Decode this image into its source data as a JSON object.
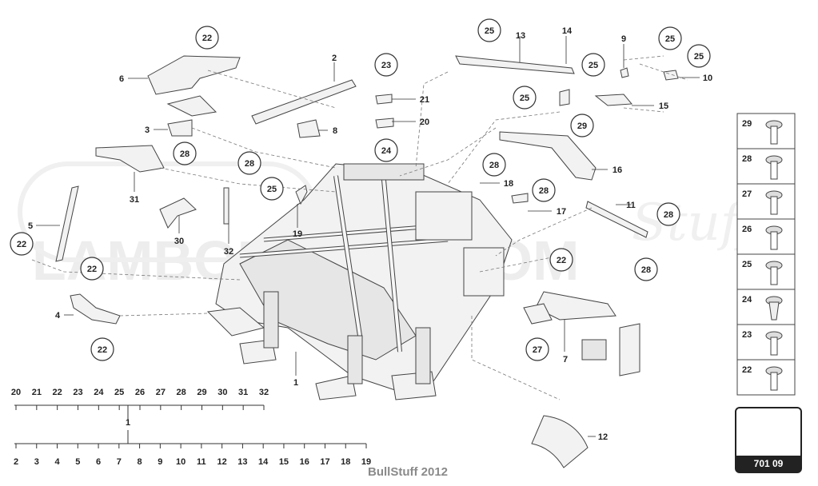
{
  "diagram": {
    "callouts": [
      "22",
      "22",
      "22",
      "22",
      "25",
      "13",
      "14",
      "9",
      "25",
      "25",
      "23",
      "21",
      "20",
      "25",
      "25",
      "10",
      "15",
      "29",
      "24",
      "28",
      "28",
      "28",
      "18",
      "25",
      "16",
      "28",
      "17",
      "11",
      "28",
      "19",
      "22",
      "28",
      "27",
      "7",
      "12",
      "2",
      "6",
      "3",
      "8",
      "31",
      "30",
      "32",
      "5",
      "4",
      "1"
    ],
    "legend": {
      "rows": [
        {
          "number": "29"
        },
        {
          "number": "28"
        },
        {
          "number": "27"
        },
        {
          "number": "26"
        },
        {
          "number": "25"
        },
        {
          "number": "24"
        },
        {
          "number": "23"
        },
        {
          "number": "22"
        }
      ]
    },
    "scale_top": {
      "labels": [
        "20",
        "21",
        "22",
        "23",
        "24",
        "25",
        "26",
        "27",
        "28",
        "29",
        "30",
        "31",
        "32"
      ],
      "group": "1"
    },
    "scale_bottom": {
      "labels": [
        "2",
        "3",
        "4",
        "5",
        "6",
        "7",
        "8",
        "9",
        "10",
        "11",
        "12",
        "13",
        "14",
        "15",
        "16",
        "17",
        "18",
        "19"
      ]
    },
    "page_label": "701 09",
    "footer": "BullStuff 2012",
    "watermark": {
      "line1": "LAMBO",
      "line2": "LAMBORGHINI.COM",
      "script": "Stuff"
    }
  }
}
